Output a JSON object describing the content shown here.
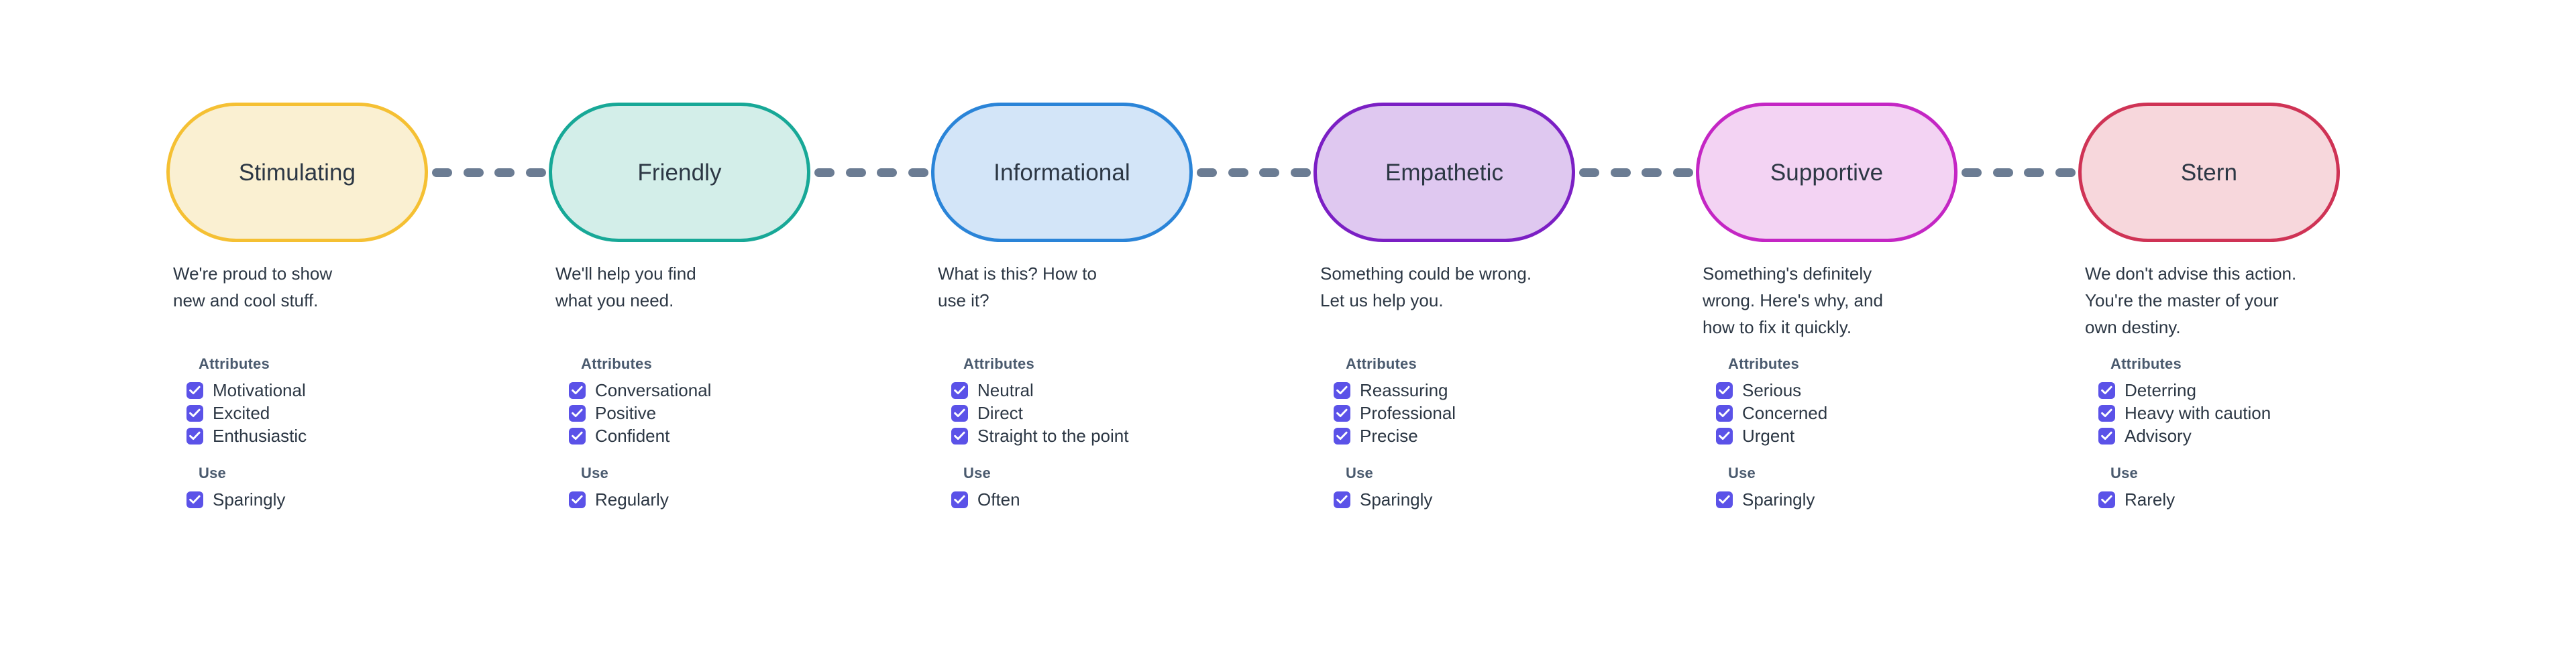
{
  "theme": {
    "background": "#ffffff",
    "text_color": "#2c3744",
    "group_title_color": "#4a5a6e",
    "checkbox_color": "#5b52e8",
    "connector_color": "#6b7c93"
  },
  "labels": {
    "attributes": "Attributes",
    "use": "Use"
  },
  "connector": {
    "dash_count": 4
  },
  "tones": [
    {
      "name": "Stimulating",
      "border": "#f5c033",
      "fill": "#faf0d2",
      "description": "We're proud to show\nnew and cool stuff.",
      "attributes": [
        "Motivational",
        "Excited",
        "Enthusiastic"
      ],
      "use": [
        "Sparingly"
      ]
    },
    {
      "name": "Friendly",
      "border": "#17a897",
      "fill": "#d3eee9",
      "description": "We'll help you find\nwhat you need.",
      "attributes": [
        "Conversational",
        "Positive",
        "Confident"
      ],
      "use": [
        "Regularly"
      ]
    },
    {
      "name": "Informational",
      "border": "#2a84d8",
      "fill": "#d3e5f8",
      "description": "What is this? How to\nuse it?",
      "attributes": [
        "Neutral",
        "Direct",
        "Straight to the point"
      ],
      "use": [
        "Often"
      ]
    },
    {
      "name": "Empathetic",
      "border": "#7b1fc4",
      "fill": "#dfc8f0",
      "description": "Something could be wrong.\nLet us help you.",
      "attributes": [
        "Reassuring",
        "Professional",
        "Precise"
      ],
      "use": [
        "Sparingly"
      ]
    },
    {
      "name": "Supportive",
      "border": "#c426c4",
      "fill": "#f3d3f3",
      "description": "Something's definitely\nwrong. Here's why, and\nhow to fix it quickly.",
      "attributes": [
        "Serious",
        "Concerned",
        "Urgent"
      ],
      "use": [
        "Sparingly"
      ]
    },
    {
      "name": "Stern",
      "border": "#cf3355",
      "fill": "#f7d7dc",
      "description": "We don't advise this action.\nYou're the master of your\nown destiny.",
      "attributes": [
        "Deterring",
        "Heavy with caution",
        "Advisory"
      ],
      "use": [
        "Rarely"
      ]
    }
  ]
}
